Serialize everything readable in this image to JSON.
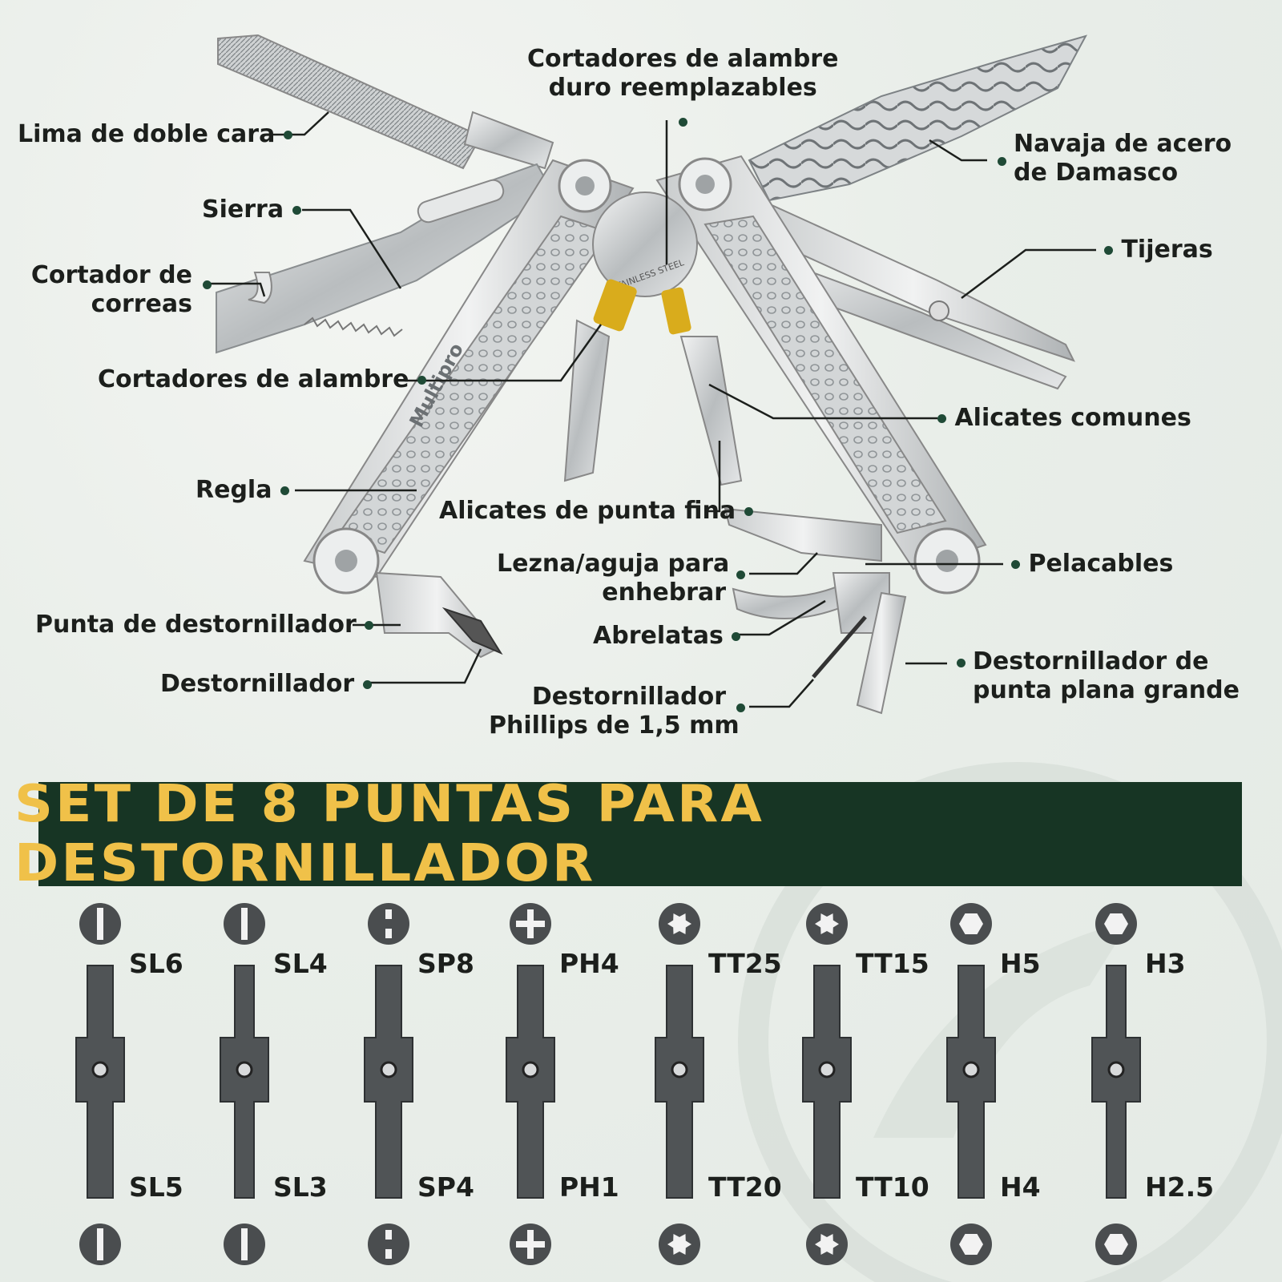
{
  "tool_labels": {
    "lima": "Lima de doble cara",
    "alambre_duro": [
      "Cortadores de alambre",
      "duro reemplazables"
    ],
    "navaja": [
      "Navaja de acero",
      "de Damasco"
    ],
    "sierra": "Sierra",
    "cortador_correas": [
      "Cortador de",
      "correas"
    ],
    "tijeras": "Tijeras",
    "cortadores_alambre": "Cortadores de alambre",
    "alicates_comunes": "Alicates comunes",
    "regla": "Regla",
    "alicates_punta": "Alicates de punta fina",
    "lezna": [
      "Lezna/aguja para",
      "enhebrar"
    ],
    "pelacables": "Pelacables",
    "punta_destornillador": "Punta de destornillador",
    "abrelatas": "Abrelatas",
    "destornillador": "Destornillador",
    "dest_plana": [
      "Destornillador de",
      "punta plana grande"
    ],
    "phillips": [
      "Destornillador",
      "Phillips de 1,5 mm"
    ]
  },
  "engraving": {
    "brand": "Multipro",
    "steel": "STAINLESS STEEL"
  },
  "banner": "SET DE 8 PUNTAS PARA DESTORNILLADOR",
  "bits": [
    {
      "top": "SL6",
      "bottom": "SL5",
      "type": "slot"
    },
    {
      "top": "SL4",
      "bottom": "SL3",
      "type": "slot"
    },
    {
      "top": "SP8",
      "bottom": "SP4",
      "type": "spanner"
    },
    {
      "top": "PH4",
      "bottom": "PH1",
      "type": "phillips"
    },
    {
      "top": "TT25",
      "bottom": "TT20",
      "type": "torx"
    },
    {
      "top": "TT15",
      "bottom": "TT10",
      "type": "torx"
    },
    {
      "top": "H5",
      "bottom": "H4",
      "type": "hex"
    },
    {
      "top": "H3",
      "bottom": "H2.5",
      "type": "hex"
    }
  ],
  "colors": {
    "banner_bg": "#173524",
    "banner_text": "#f0c149",
    "dot": "#1f4a36",
    "accent_gold": "#d9ac1c"
  }
}
